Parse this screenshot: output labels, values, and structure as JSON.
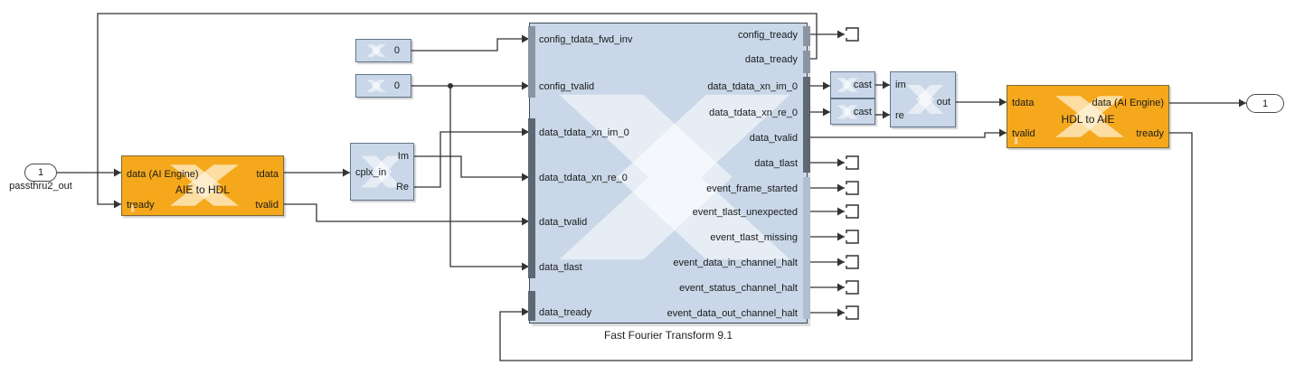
{
  "colors": {
    "orange": "#F5A81C",
    "blue": "#C9D7E8",
    "blue_border": "#64768C",
    "fft_border": "#414A56",
    "wire": "#333333",
    "tab_gray": "#8A95A3",
    "tab_dark": "#5D6874",
    "tab_light": "#AFBFD2",
    "logo_white": "rgba(255,255,255,0.55)",
    "logo_cream": "rgba(255,243,220,0.7)"
  },
  "inport": {
    "id": "1",
    "label": "passthru2_out"
  },
  "outport": {
    "id": "1"
  },
  "aie_to_hdl": {
    "title": "AIE to HDL",
    "port_data_in": "data (AI Engine)",
    "port_tready_in": "tready",
    "port_tdata_out": "tdata",
    "port_tvalid_out": "tvalid"
  },
  "const1": {
    "value": "0"
  },
  "const2": {
    "value": "0"
  },
  "cplx_in": {
    "port_in": "cplx_in",
    "port_im": "Im",
    "port_re": "Re"
  },
  "fft": {
    "label": "Fast Fourier Transform 9.1",
    "inputs": [
      "config_tdata_fwd_inv",
      "config_tvalid",
      "data_tdata_xn_im_0",
      "data_tdata_xn_re_0",
      "data_tvalid",
      "data_tlast",
      "data_tready"
    ],
    "outputs": [
      "config_tready",
      "data_tready",
      "data_tdata_xn_im_0",
      "data_tdata_xn_re_0",
      "data_tvalid",
      "data_tlast",
      "event_frame_started",
      "event_tlast_unexpected",
      "event_tlast_missing",
      "event_data_in_channel_halt",
      "event_status_channel_halt",
      "event_data_out_channel_halt"
    ]
  },
  "cast_upper": {
    "label": "cast"
  },
  "cast_lower": {
    "label": "cast"
  },
  "cplx_out": {
    "port_im": "im",
    "port_re": "re",
    "port_out": "out"
  },
  "hdl_to_aie": {
    "title": "HDL to AIE",
    "port_tdata_in": "tdata",
    "port_tvalid_in": "tvalid",
    "port_data_out": "data (AI Engine)",
    "port_tready_out": "tready"
  }
}
